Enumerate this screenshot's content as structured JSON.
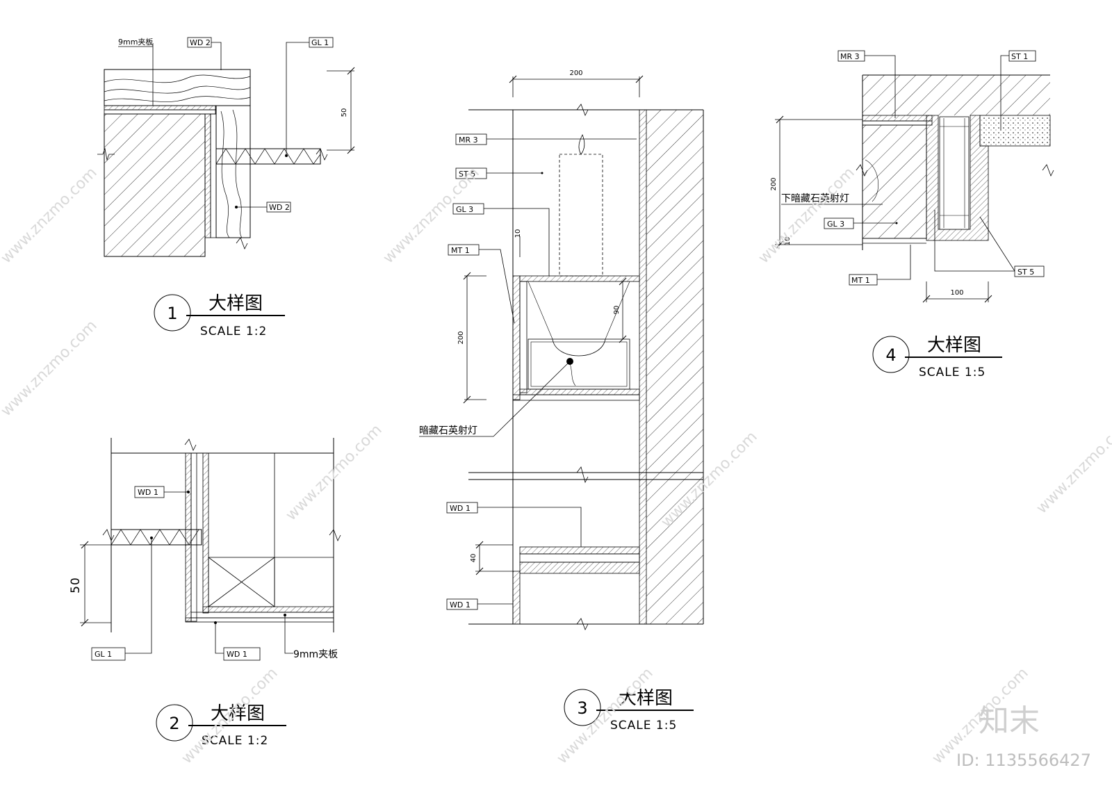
{
  "details": [
    {
      "number": "1",
      "title": "大样图",
      "scale": "SCALE 1:2",
      "tags": [
        "9mm夹板",
        "WD 2",
        "GL 1",
        "WD 2"
      ],
      "dims": [
        "50"
      ]
    },
    {
      "number": "2",
      "title": "大样图",
      "scale": "SCALE 1:2",
      "tags": [
        "WD 1",
        "GL 1",
        "WD 1",
        "9mm夹板"
      ],
      "dims": [
        "50"
      ]
    },
    {
      "number": "3",
      "title": "大样图",
      "scale": "SCALE 1:5",
      "tags": [
        "MR 3",
        "ST 5",
        "GL 3",
        "MT 1",
        "WD 1",
        "WD 1"
      ],
      "note": "暗藏石英射灯",
      "dims": [
        "200",
        "10",
        "200",
        "90",
        "40"
      ]
    },
    {
      "number": "4",
      "title": "大样图",
      "scale": "SCALE 1:5",
      "tags": [
        "MR 3",
        "ST 1",
        "GL 3",
        "MT 1",
        "ST 5"
      ],
      "note": "下暗藏石英射灯",
      "dims": [
        "200",
        "10",
        "100"
      ]
    }
  ],
  "watermark": {
    "site": "www.znzmo.com",
    "brand": "知末",
    "id": "ID: 1135566427"
  }
}
